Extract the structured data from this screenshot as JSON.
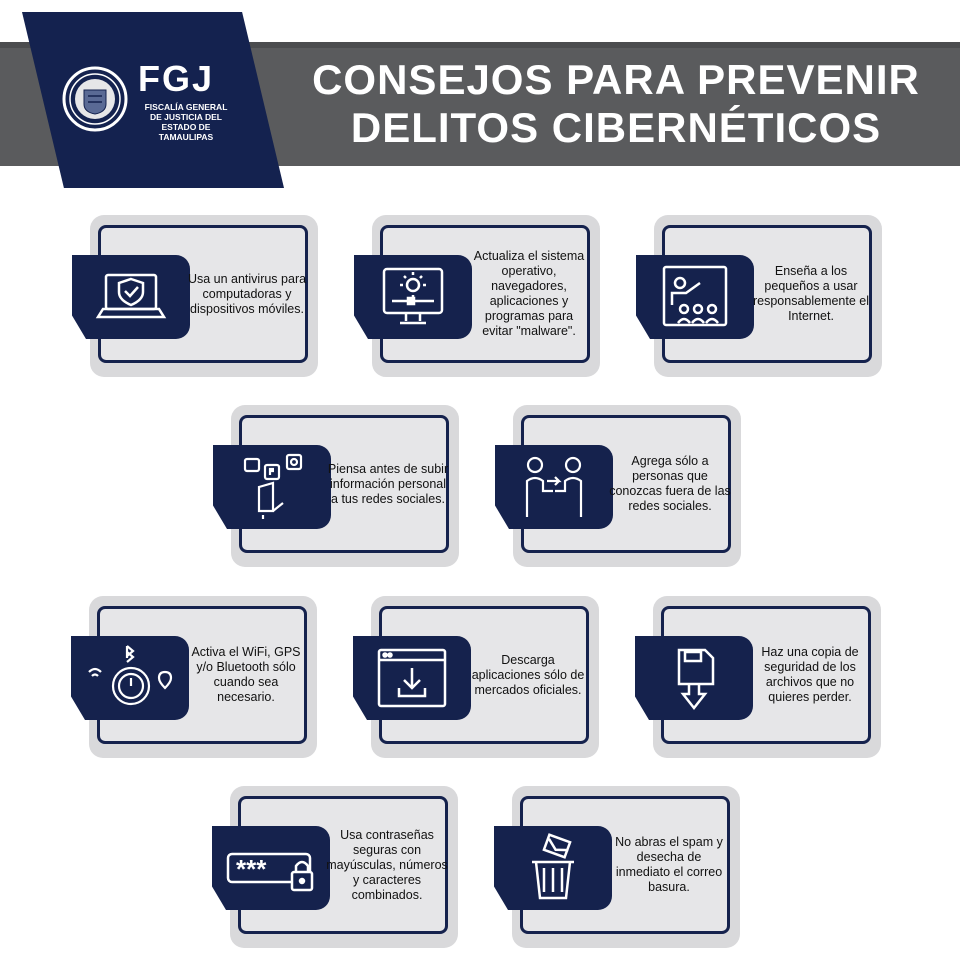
{
  "header": {
    "logo_abbr": "FGJ",
    "logo_name": "FISCALÍA GENERAL DE JUSTICIA DEL ESTADO DE TAMAULIPAS",
    "title_line1": "CONSEJOS PARA PREVENIR",
    "title_line2": "DELITOS CIBERNÉTICOS"
  },
  "colors": {
    "navy": "#15224d",
    "band_gray": "#5a5b5d",
    "card_gray": "#d9d9db"
  },
  "tips": [
    {
      "icon": "antivirus-laptop-icon",
      "text": "Usa un antivirus para computadoras y dispositivos móviles."
    },
    {
      "icon": "system-update-monitor-icon",
      "text": "Actualiza el sistema operativo, navegadores, aplicaciones y programas para evitar \"malware\"."
    },
    {
      "icon": "teaching-children-icon",
      "text": "Enseña a los pequeños a usar responsablemente el Internet."
    },
    {
      "icon": "social-media-phone-icon",
      "text": "Piensa antes de subir información personal a tus redes sociales."
    },
    {
      "icon": "handshake-people-icon",
      "text": "Agrega sólo a personas que conozcas fuera de las redes sociales."
    },
    {
      "icon": "wifi-gps-bluetooth-icon",
      "text": "Activa el WiFi, GPS y/o Bluetooth sólo cuando sea necesario."
    },
    {
      "icon": "download-app-icon",
      "text": "Descarga aplicaciones sólo de mercados oficiales."
    },
    {
      "icon": "backup-floppy-icon",
      "text": "Haz una copia de seguridad de los archivos que no quieres perder."
    },
    {
      "icon": "password-lock-icon",
      "text": "Usa contraseñas seguras con mayúsculas, números y caracteres combinados."
    },
    {
      "icon": "trash-mail-icon",
      "text": "No abras el spam y desecha de inmediato el correo basura."
    }
  ]
}
